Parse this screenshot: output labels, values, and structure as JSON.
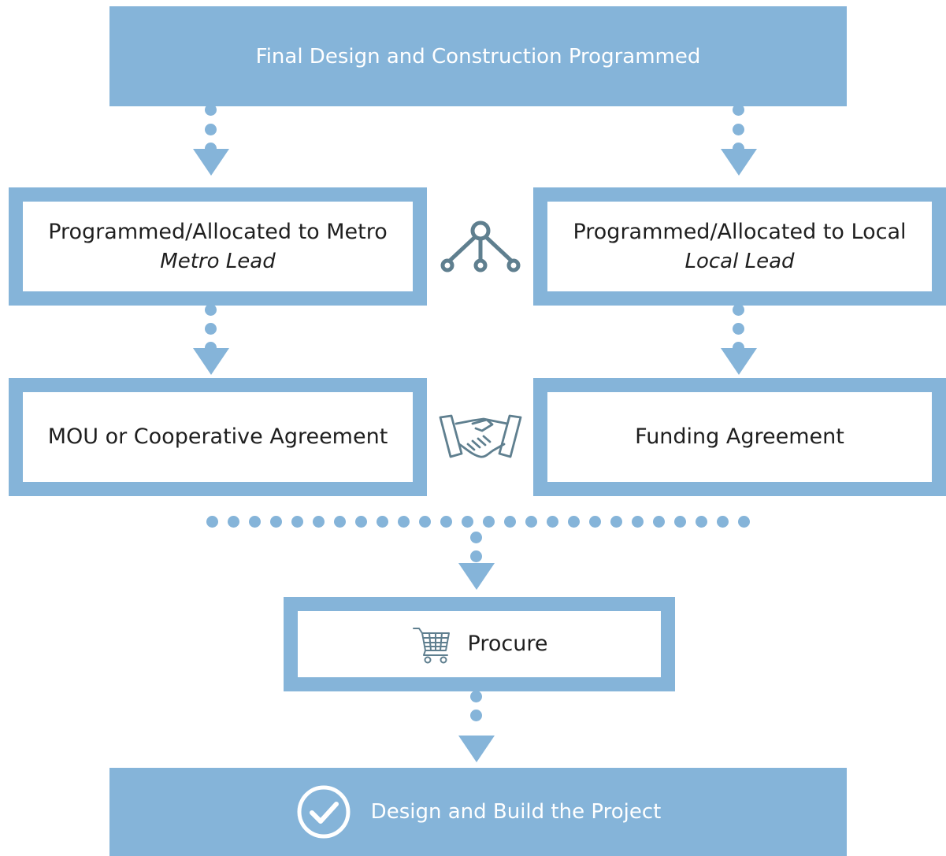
{
  "diagram": {
    "top": {
      "label": "Final Design and Construction Programmed"
    },
    "left_branch": {
      "title": "Programmed/Allocated to Metro",
      "subtitle": "Metro Lead",
      "agreement": "MOU or Cooperative Agreement"
    },
    "right_branch": {
      "title": "Programmed/Allocated to Local",
      "subtitle": "Local Lead",
      "agreement": "Funding Agreement"
    },
    "procure": {
      "label": "Procure",
      "icon": "shopping-cart-icon"
    },
    "final": {
      "label": "Design and Build the Project",
      "icon": "check-circle-icon"
    },
    "split_icon": "network-branch-icon",
    "handshake_icon": "handshake-icon",
    "colors": {
      "box_fill": "#85b4d9",
      "icon_stroke": "#5f7f8f",
      "text_dark": "#1f1f1f",
      "text_light": "#ffffff"
    }
  }
}
